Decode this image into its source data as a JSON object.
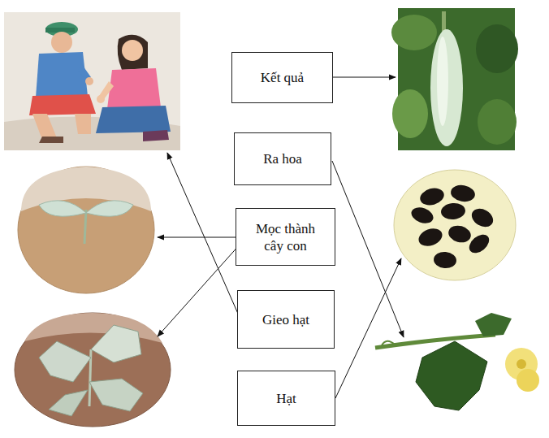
{
  "diagram": {
    "nodes": [
      {
        "text": [
          "Kết quả"
        ]
      },
      {
        "text": [
          "Ra hoa"
        ]
      },
      {
        "text": [
          "Mọc thành cây con"
        ]
      },
      {
        "text": [
          "Gieo hạt"
        ]
      },
      {
        "text": [
          "Hạt"
        ]
      }
    ]
  }
}
